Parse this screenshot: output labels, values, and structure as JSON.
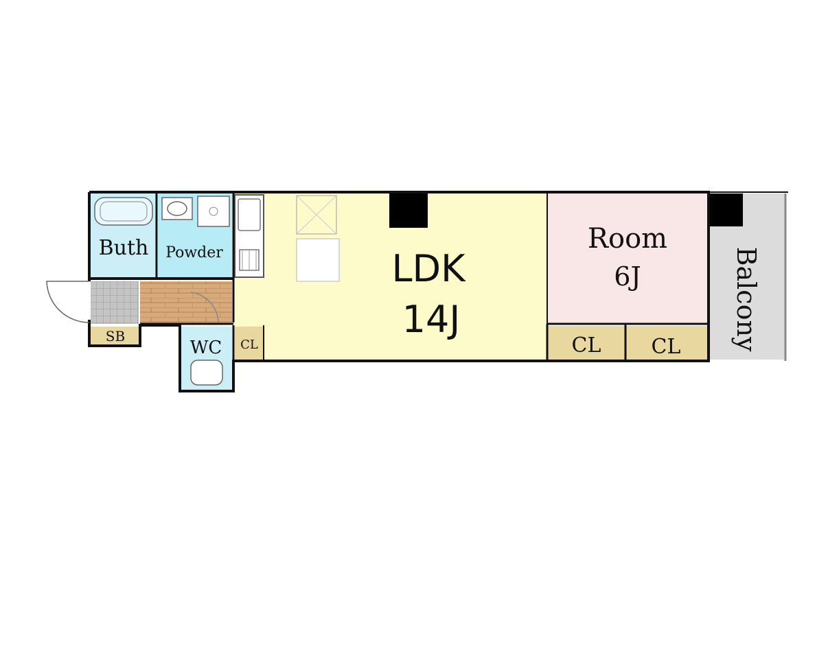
{
  "rooms": {
    "bath": "Buth",
    "powder": "Powder",
    "sb": "SB",
    "wc": "WC",
    "cl_small": "CL",
    "ldk_name": "LDK",
    "ldk_size": "14J",
    "room_name": "Room",
    "room_size": "6J",
    "cl_room_left": "CL",
    "cl_room_right": "CL",
    "balcony": "Balcony"
  },
  "colors": {
    "ldk": "#fcfbc9",
    "room": "#f9e6e6",
    "bath": "#cceef7",
    "powder": "#b7ecf7",
    "closet": "#e8d79e",
    "hall_floor": "#d8a97a",
    "entrance": "#b9b9b9",
    "balcony": "#dcdcdc",
    "column": "#000000",
    "wall": "#111111"
  }
}
